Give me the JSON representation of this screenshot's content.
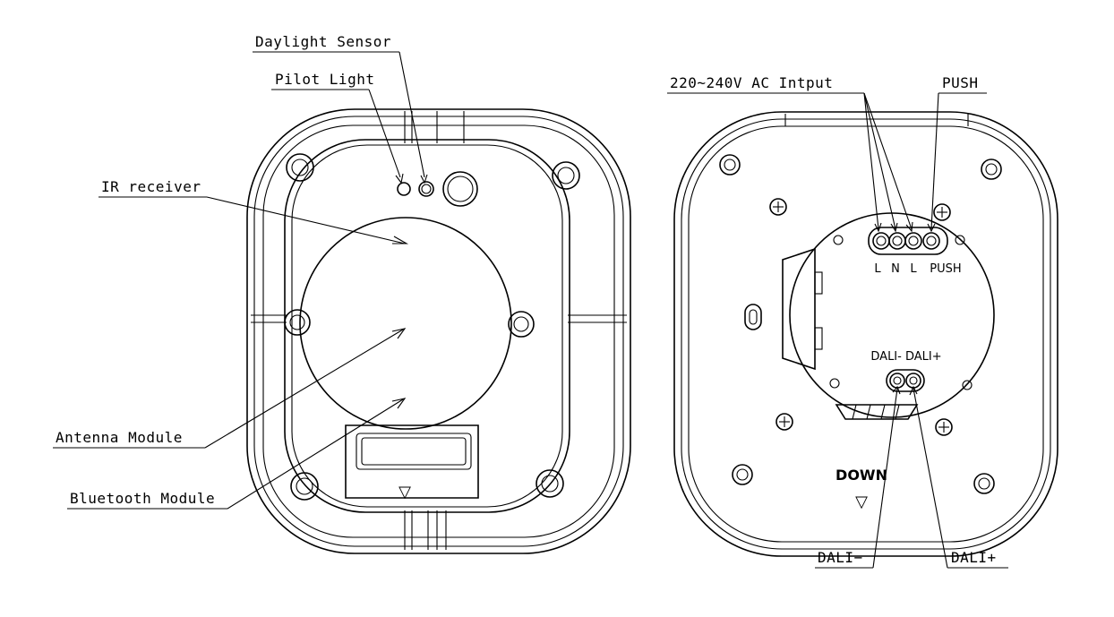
{
  "labels": {
    "daylight_sensor": "Daylight Sensor",
    "pilot_light": "Pilot Light",
    "ir_receiver": "IR receiver",
    "antenna_module": "Antenna Module",
    "bluetooth_module": "Bluetooth Module",
    "ac_input": "220~240V AC Intput",
    "push": "PUSH",
    "dali_minus": "DALI−",
    "dali_plus": "DALI+"
  },
  "device_markings": {
    "terminal_L1": "L",
    "terminal_N": "N",
    "terminal_L2": "L",
    "terminal_push": "PUSH",
    "dali_pair": "DALI- DALI+",
    "down": "DOWN",
    "arrow_left": "▽",
    "arrow_right": "▽"
  }
}
